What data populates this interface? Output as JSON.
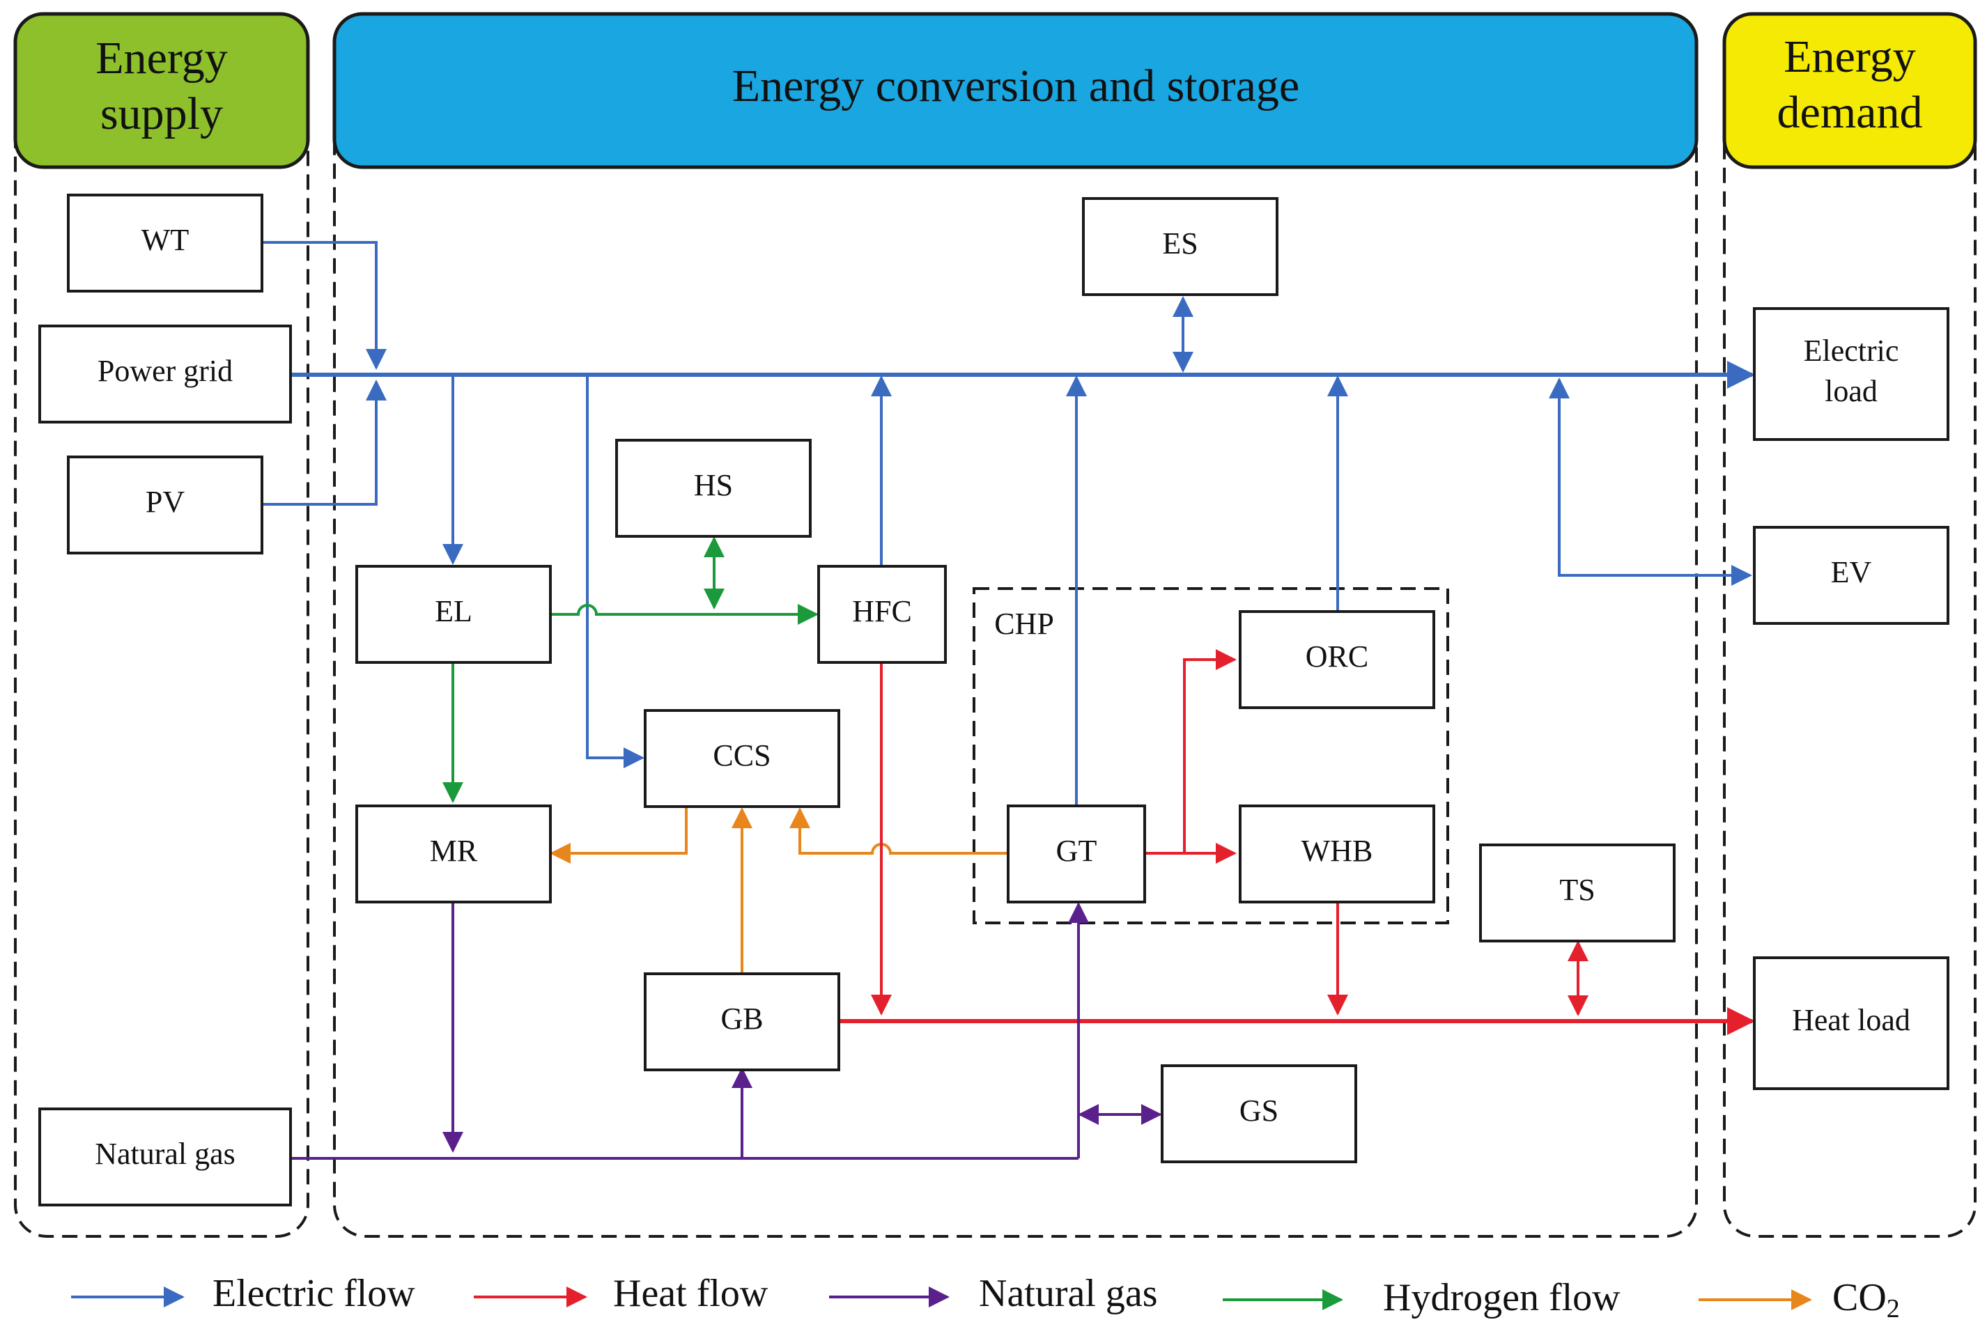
{
  "colors": {
    "electric": "#3a6bc1",
    "heat": "#e4202c",
    "gas": "#5a208c",
    "hydrogen": "#1a9a3a",
    "co2": "#e8861c",
    "supply_header": "#8dc02a",
    "conversion_header": "#1aa6e0",
    "demand_header": "#f4ea04"
  },
  "headers": {
    "supply": [
      "Energy",
      "supply"
    ],
    "conversion": "Energy conversion and storage",
    "demand": [
      "Energy",
      "demand"
    ]
  },
  "groups": {
    "chp": "CHP"
  },
  "nodes": {
    "wt": "WT",
    "power_grid": "Power grid",
    "pv": "PV",
    "natural_gas": "Natural gas",
    "es": "ES",
    "hs": "HS",
    "el": "EL",
    "hfc": "HFC",
    "ccs": "CCS",
    "mr": "MR",
    "gt": "GT",
    "orc": "ORC",
    "whb": "WHB",
    "gb": "GB",
    "gs": "GS",
    "ts": "TS",
    "electric_load": [
      "Electric",
      "load"
    ],
    "ev": "EV",
    "heat_load": "Heat load"
  },
  "legend": {
    "electric": "Electric flow",
    "heat": "Heat flow",
    "gas": "Natural gas",
    "hydrogen": "Hydrogen flow",
    "co2_main": "CO",
    "co2_sub": "2"
  }
}
